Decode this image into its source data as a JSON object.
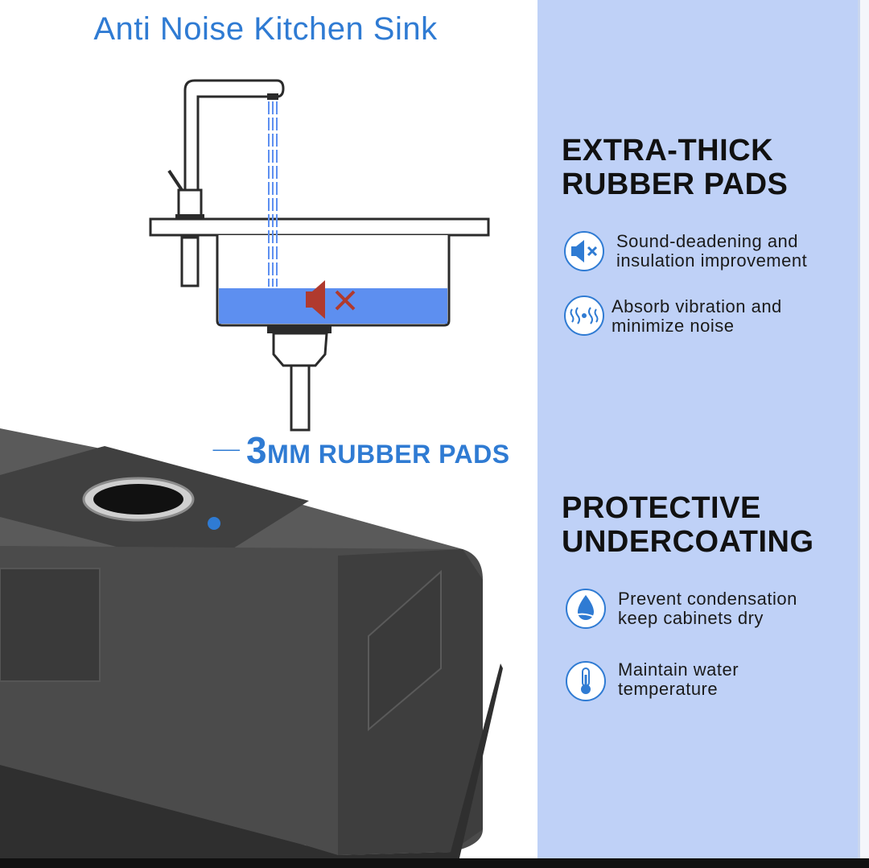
{
  "title": "Anti Noise Kitchen Sink",
  "callout": {
    "prefix": "3",
    "suffix": "MM RUBBER PADS"
  },
  "sections": [
    {
      "heading": [
        "EXTRA-THICK",
        "RUBBER PADS"
      ],
      "features": [
        {
          "icon": "speaker-muted-icon",
          "lines": [
            "Sound-deadening and",
            "insulation improvement"
          ]
        },
        {
          "icon": "vibration-icon",
          "lines": [
            "Absorb vibration and",
            "minimize noise"
          ]
        }
      ]
    },
    {
      "heading": [
        "PROTECTIVE",
        "UNDERCOATING"
      ],
      "features": [
        {
          "icon": "water-drop-icon",
          "lines": [
            "Prevent condensation",
            "keep cabinets dry"
          ]
        },
        {
          "icon": "thermometer-icon",
          "lines": [
            "Maintain water",
            "temperature"
          ]
        }
      ]
    }
  ],
  "colors": {
    "accent": "#2f7bd3",
    "panel": "#bfd1f7",
    "water": "#5d8ff0",
    "sink": "#4a4a4a",
    "mute": "#b03a2e"
  }
}
